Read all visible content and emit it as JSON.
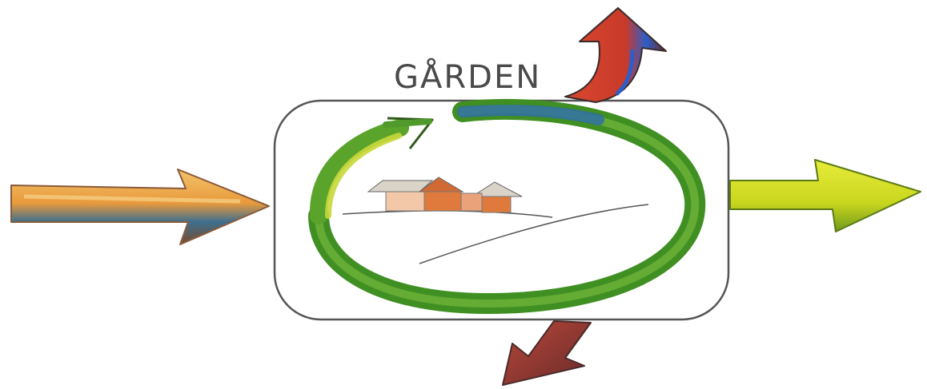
{
  "diagram": {
    "title": "GÅRDEN",
    "colors": {
      "frame": "#555555",
      "cycle_green": "#3f8f22",
      "cycle_light": "#c8d83a",
      "cycle_blue": "#2f6fa6",
      "input_orange": "#e9a040",
      "input_blue": "#3d6f8f",
      "output_yellow": "#c9d61e",
      "up_red": "#c83a2a",
      "up_blue": "#2d5ec9",
      "down_red": "#a83a30",
      "house_orange": "#e07a3c"
    },
    "icons": {
      "input_arrow": "arrow-right",
      "output_arrow": "arrow-right",
      "emission_arrow": "arrow-up",
      "loss_arrow": "arrow-down",
      "cycle": "circular-arrow",
      "farm": "farmhouse-landscape"
    }
  }
}
